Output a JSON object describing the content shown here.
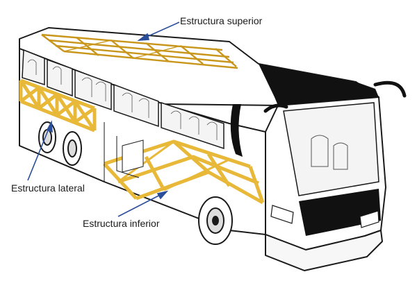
{
  "labels": {
    "superior": "Estructura superior",
    "lateral": "Estructura lateral",
    "inferior": "Estructura inferior"
  },
  "colors": {
    "frame": "#e8b838",
    "frame_edge": "#b8861c",
    "outline": "#1a1a1a",
    "pointer": "#2a4e9a",
    "glass": "#f4f4f4",
    "body": "#ffffff",
    "dark": "#111111"
  }
}
